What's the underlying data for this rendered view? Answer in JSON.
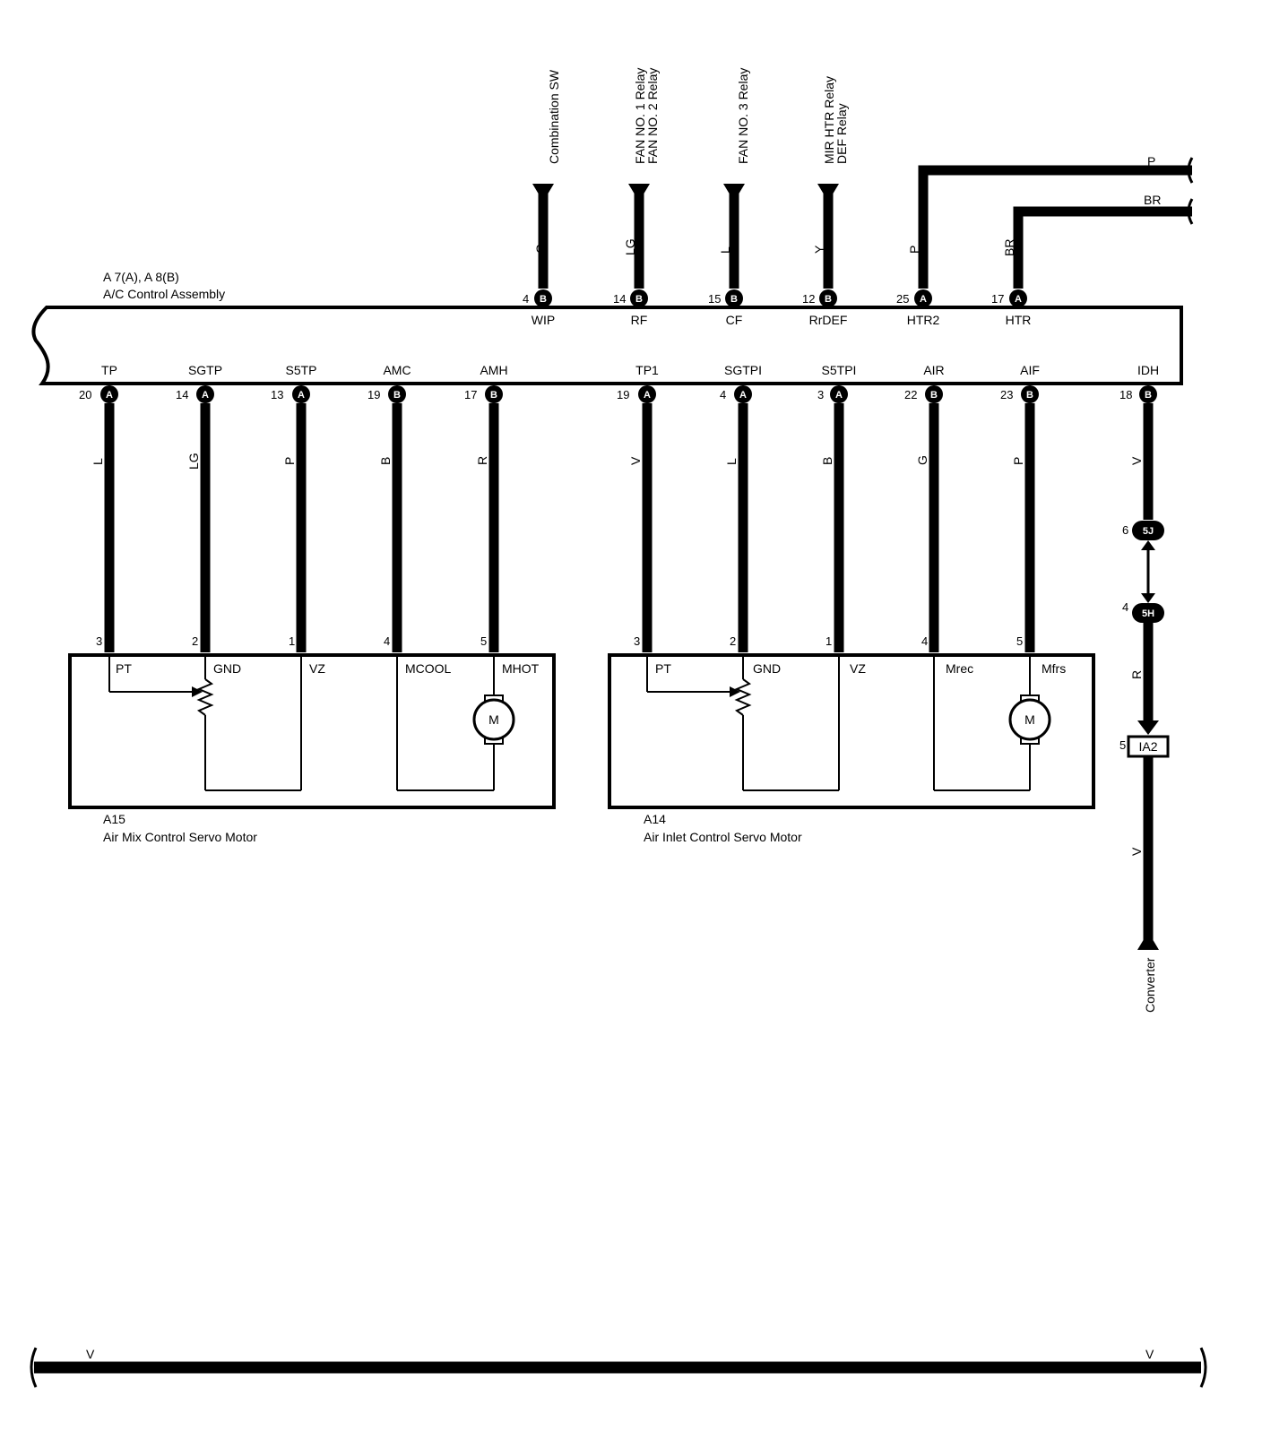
{
  "top_wires": [
    {
      "id": "wip",
      "dest": [
        "Combination SW"
      ],
      "color": "G",
      "pin": "4",
      "conn": "B",
      "signal": "WIP"
    },
    {
      "id": "rf",
      "dest": [
        "FAN NO. 1 Relay",
        "FAN NO. 2 Relay"
      ],
      "color": "LG",
      "pin": "14",
      "conn": "B",
      "signal": "RF"
    },
    {
      "id": "cf",
      "dest": [
        "FAN NO. 3 Relay"
      ],
      "color": "L",
      "pin": "15",
      "conn": "B",
      "signal": "CF"
    },
    {
      "id": "rrdef",
      "dest": [
        "MIR HTR Relay",
        "DEF Relay"
      ],
      "color": "Y",
      "pin": "12",
      "conn": "B",
      "signal": "RrDEF"
    },
    {
      "id": "htr2",
      "dest": [],
      "color": "P",
      "pin": "25",
      "conn": "A",
      "signal": "HTR2",
      "continue_label": "P"
    },
    {
      "id": "htr",
      "dest": [],
      "color": "BR",
      "pin": "17",
      "conn": "A",
      "signal": "HTR",
      "continue_label": "BR"
    }
  ],
  "ac_control": {
    "ref": "A 7(A), A 8(B)",
    "name": "A/C Control Assembly"
  },
  "bottom_wires": [
    {
      "id": "tp",
      "signal": "TP",
      "pin": "20",
      "conn": "A",
      "color": "L",
      "motor_pin": "3"
    },
    {
      "id": "sgtp",
      "signal": "SGTP",
      "pin": "14",
      "conn": "A",
      "color": "LG",
      "motor_pin": "2"
    },
    {
      "id": "s5tp",
      "signal": "S5TP",
      "pin": "13",
      "conn": "A",
      "color": "P",
      "motor_pin": "1"
    },
    {
      "id": "amc",
      "signal": "AMC",
      "pin": "19",
      "conn": "B",
      "color": "B",
      "motor_pin": "4"
    },
    {
      "id": "amh",
      "signal": "AMH",
      "pin": "17",
      "conn": "B",
      "color": "R",
      "motor_pin": "5"
    },
    {
      "id": "tp1",
      "signal": "TP1",
      "pin": "19",
      "conn": "A",
      "color": "V",
      "motor_pin": "3"
    },
    {
      "id": "sgtpi",
      "signal": "SGTPI",
      "pin": "4",
      "conn": "A",
      "color": "L",
      "motor_pin": "2"
    },
    {
      "id": "s5tpi",
      "signal": "S5TPI",
      "pin": "3",
      "conn": "A",
      "color": "B",
      "motor_pin": "1"
    },
    {
      "id": "air",
      "signal": "AIR",
      "pin": "22",
      "conn": "B",
      "color": "G",
      "motor_pin": "4"
    },
    {
      "id": "aif",
      "signal": "AIF",
      "pin": "23",
      "conn": "B",
      "color": "P",
      "motor_pin": "5"
    },
    {
      "id": "idh",
      "signal": "IDH",
      "pin": "18",
      "conn": "B",
      "color": "V"
    }
  ],
  "motor_a15": {
    "ref": "A15",
    "name": "Air Mix Control Servo Motor",
    "terminals": [
      "PT",
      "GND",
      "VZ",
      "MCOOL",
      "MHOT"
    ],
    "motor_symbol": "M"
  },
  "motor_a14": {
    "ref": "A14",
    "name": "Air Inlet Control Servo Motor",
    "terminals": [
      "PT",
      "GND",
      "VZ",
      "Mrec",
      "Mfrs"
    ],
    "motor_symbol": "M"
  },
  "idh_path": {
    "junction_5j": {
      "pin": "6",
      "label": "5J"
    },
    "junction_5h": {
      "pin": "4",
      "label": "5H"
    },
    "color_after_5h": "R",
    "ia2": {
      "pin": "5",
      "label": "IA2"
    },
    "color_after_ia2": "V",
    "dest": "Converter"
  },
  "bottom_bus": {
    "left_label": "V",
    "right_label": "V"
  }
}
